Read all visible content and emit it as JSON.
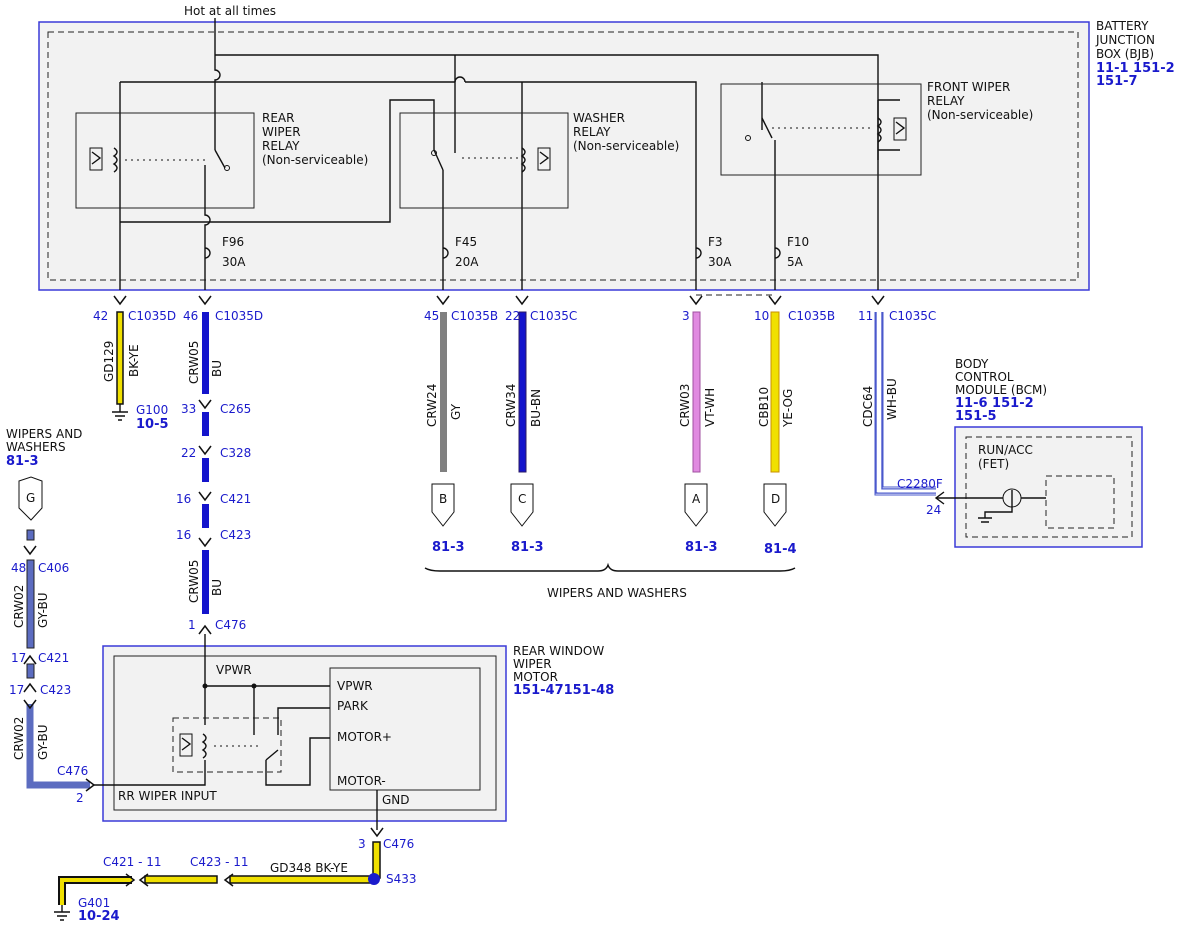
{
  "top_label": "Hot at all times",
  "bjb": {
    "title_lines": [
      "BATTERY",
      "JUNCTION",
      "BOX (BJB)"
    ],
    "refs_line1": "11-1   151-2",
    "refs_line2": "151-7"
  },
  "relays": {
    "rear_wiper": [
      "REAR",
      "WIPER",
      "RELAY",
      "(Non-serviceable)"
    ],
    "washer": [
      "WASHER",
      "RELAY",
      "(Non-serviceable)"
    ],
    "front_wiper": [
      "FRONT WIPER",
      "RELAY",
      "(Non-serviceable)"
    ]
  },
  "fuses": [
    {
      "name": "F96",
      "rating": "30A"
    },
    {
      "name": "F45",
      "rating": "20A"
    },
    {
      "name": "F3",
      "rating": "30A"
    },
    {
      "name": "F10",
      "rating": "5A"
    }
  ],
  "bjb_pins": [
    {
      "pin": "42",
      "connector": "C1035D"
    },
    {
      "pin": "46",
      "connector": "C1035D"
    },
    {
      "pin": "45",
      "connector": "C1035B"
    },
    {
      "pin": "22",
      "connector": "C1035C"
    },
    {
      "pin": "3",
      "connector": ""
    },
    {
      "pin": "10",
      "connector": "C1035B"
    },
    {
      "pin": "11",
      "connector": "C1035C"
    }
  ],
  "wires": [
    {
      "circuit": "GD129",
      "color": "BK-YE"
    },
    {
      "circuit": "CRW05",
      "color": "BU"
    },
    {
      "circuit": "CRW24",
      "color": "GY"
    },
    {
      "circuit": "CRW34",
      "color": "BU-BN"
    },
    {
      "circuit": "CRW03",
      "color": "VT-WH"
    },
    {
      "circuit": "CBB10",
      "color": "YE-OG"
    },
    {
      "circuit": "CDC64",
      "color": "WH-BU"
    },
    {
      "circuit": "CRW05",
      "color": "BU"
    },
    {
      "circuit": "CRW02",
      "color": "GY-BU"
    },
    {
      "circuit": "CRW02",
      "color": "GY-BU"
    }
  ],
  "ground_g100": {
    "name": "G100",
    "ref": "10-5"
  },
  "inline_connectors": [
    {
      "pin": "33",
      "connector": "C265"
    },
    {
      "pin": "22",
      "connector": "C328"
    },
    {
      "pin": "16",
      "connector": "C421"
    },
    {
      "pin": "16",
      "connector": "C423"
    },
    {
      "pin": "1",
      "connector": "C476"
    }
  ],
  "offpage": [
    {
      "letter": "B",
      "ref": "81-3"
    },
    {
      "letter": "C",
      "ref": "81-3"
    },
    {
      "letter": "A",
      "ref": "81-3"
    },
    {
      "letter": "D",
      "ref": "81-4"
    }
  ],
  "brace_label": "WIPERS AND WASHERS",
  "wipers_washers": {
    "lines": [
      "WIPERS AND",
      "WASHERS"
    ],
    "ref": "81-3",
    "letter": "G"
  },
  "left_connectors": [
    {
      "pin": "48",
      "connector": "C406"
    },
    {
      "pin": "17",
      "connector": "C421"
    },
    {
      "pin": "17",
      "connector": "C423"
    },
    {
      "pin": "2",
      "connector": "C476"
    }
  ],
  "bcm": {
    "lines": [
      "BODY",
      "CONTROL",
      "MODULE (BCM)"
    ],
    "refs_line1": "11-6   151-2",
    "refs_line2": "151-5",
    "inner_lines": [
      "RUN/ACC",
      "(FET)"
    ],
    "connector": "C2280F",
    "pin": "24"
  },
  "motor": {
    "lines": [
      "REAR WINDOW",
      "WIPER",
      "MOTOR"
    ],
    "refs": "151-47151-48",
    "vpwr_label": "VPWR",
    "pins": [
      "VPWR",
      "PARK",
      "MOTOR+",
      "MOTOR-"
    ],
    "rr_input": "RR WIPER INPUT",
    "gnd": "GND"
  },
  "ground_run": {
    "pin": "3",
    "connector": "C476",
    "splice": "S433",
    "wire": "GD348 BK-YE",
    "c423": "C423 - 11",
    "c421": "C421 - 11",
    "ground": "G401",
    "ground_ref": "10-24"
  },
  "colors": {
    "blue_text": "#1a1acc",
    "bu": "#1414cc",
    "gy": "#808080",
    "vt": "#e08ae0",
    "ye": "#f0e000",
    "wh": "#ffffff",
    "bk": "#111111",
    "frame_blue": "#3a3ad8",
    "panel": "#f2f2f2"
  }
}
